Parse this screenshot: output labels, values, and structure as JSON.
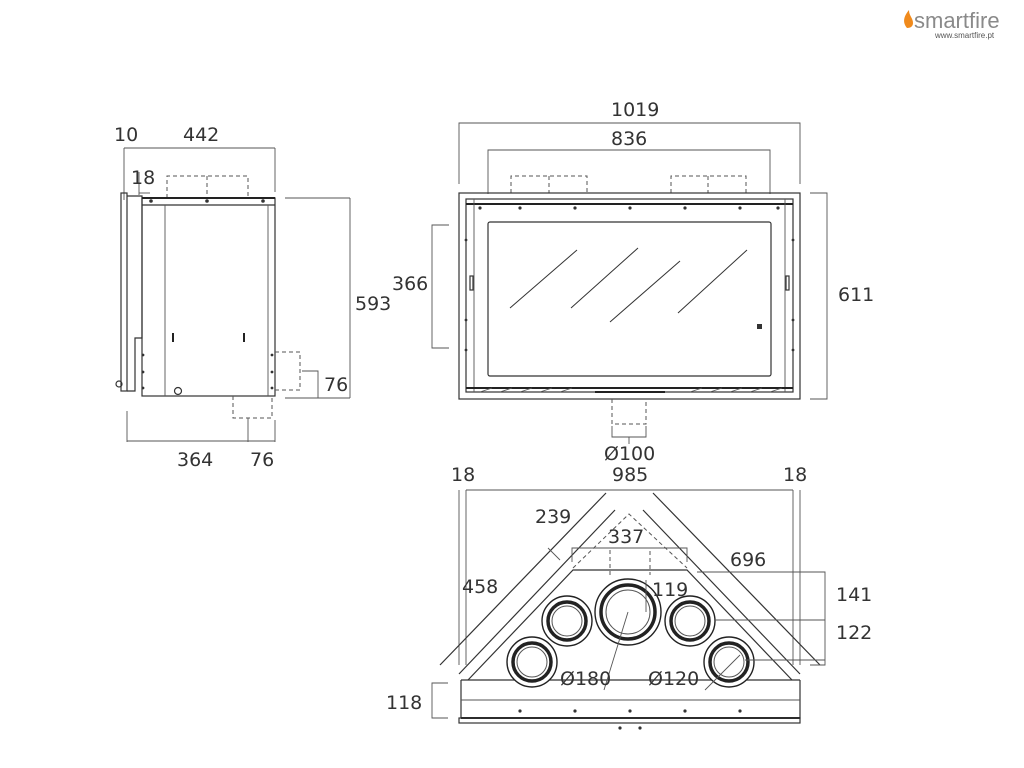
{
  "brand": {
    "name_prefix": "smart",
    "name_suffix": "fire",
    "website": "www.smartfire.pt",
    "accent_color": "#f08a1c",
    "icon": "flame-icon"
  },
  "side_view": {
    "dims": [
      "10",
      "442",
      "18",
      "593",
      "76",
      "364",
      "76"
    ]
  },
  "front_view": {
    "dims": [
      "1019",
      "836",
      "366",
      "611",
      "Ø100"
    ]
  },
  "top_view": {
    "dims": [
      "18",
      "985",
      "18",
      "239",
      "337",
      "696",
      "458",
      "119",
      "141",
      "122",
      "Ø180",
      "Ø120",
      "118"
    ]
  }
}
